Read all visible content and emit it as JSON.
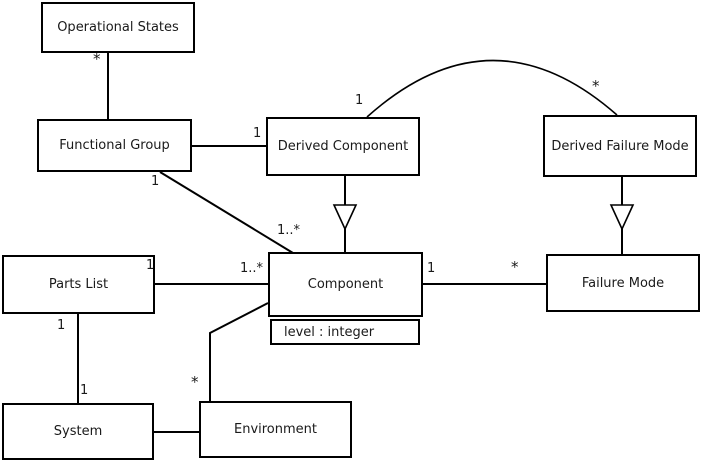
{
  "diagram": {
    "type": "uml-class-diagram",
    "classes": [
      {
        "id": "operational-states",
        "name": "Operational States"
      },
      {
        "id": "functional-group",
        "name": "Functional Group"
      },
      {
        "id": "derived-component",
        "name": "Derived Component"
      },
      {
        "id": "derived-failure-mode",
        "name": "Derived Failure Mode"
      },
      {
        "id": "parts-list",
        "name": "Parts List"
      },
      {
        "id": "component",
        "name": "Component",
        "attributes": [
          "level : integer"
        ]
      },
      {
        "id": "failure-mode",
        "name": "Failure Mode"
      },
      {
        "id": "system",
        "name": "System"
      },
      {
        "id": "environment",
        "name": "Environment"
      }
    ],
    "relationships": [
      {
        "a": "Operational States",
        "b": "Functional Group",
        "type": "association",
        "mult_a": "*",
        "mult_b": ""
      },
      {
        "a": "Functional Group",
        "b": "Derived Component",
        "type": "association",
        "mult_a": "",
        "mult_b": "1"
      },
      {
        "a": "Derived Component",
        "b": "Derived Failure Mode",
        "type": "association-arc",
        "mult_a": "1",
        "mult_b": "*"
      },
      {
        "a": "Functional Group",
        "b": "Component",
        "type": "association",
        "mult_a": "1",
        "mult_b": "1..*"
      },
      {
        "a": "Parts List",
        "b": "Component",
        "type": "association",
        "mult_a": "1",
        "mult_b": "1..*"
      },
      {
        "a": "Component",
        "b": "Failure Mode",
        "type": "association",
        "mult_a": "1",
        "mult_b": "*"
      },
      {
        "a": "Derived Component",
        "b": "Component",
        "type": "generalization",
        "mult_a": "",
        "mult_b": ""
      },
      {
        "a": "Derived Failure Mode",
        "b": "Failure Mode",
        "type": "generalization",
        "mult_a": "",
        "mult_b": ""
      },
      {
        "a": "Parts List",
        "b": "System",
        "type": "association",
        "mult_a": "1",
        "mult_b": "1"
      },
      {
        "a": "System",
        "b": "Environment",
        "type": "association",
        "mult_a": "",
        "mult_b": ""
      },
      {
        "a": "Environment",
        "b": "Component",
        "type": "association",
        "mult_a": "*",
        "mult_b": ""
      }
    ]
  },
  "colors": {
    "line": "#000000",
    "background": "#ffffff",
    "text": "#1a1a1a"
  }
}
